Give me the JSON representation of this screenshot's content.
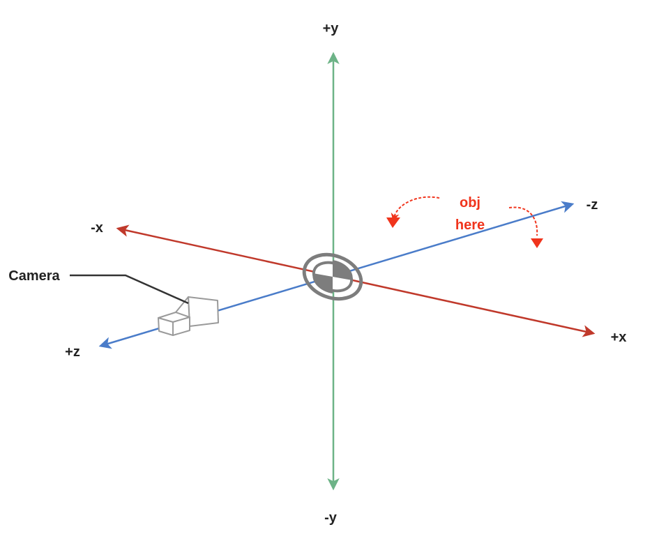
{
  "axes": {
    "y_pos": "+y",
    "y_neg": "-y",
    "x_pos": "+x",
    "x_neg": "-x",
    "z_pos": "+z",
    "z_neg": "-z"
  },
  "camera": {
    "label": "Camera"
  },
  "annotation": {
    "line1": "obj",
    "line2": "here"
  },
  "colors": {
    "y_axis": "#6db387",
    "x_axis": "#c0392b",
    "z_axis": "#4a7cc9",
    "annotation": "#f0341c",
    "camera_outline": "#9a9a9a",
    "origin_marker": "#7d7d7d"
  },
  "icons": {
    "origin": "origin-marker-icon",
    "camera": "camera-icon"
  }
}
